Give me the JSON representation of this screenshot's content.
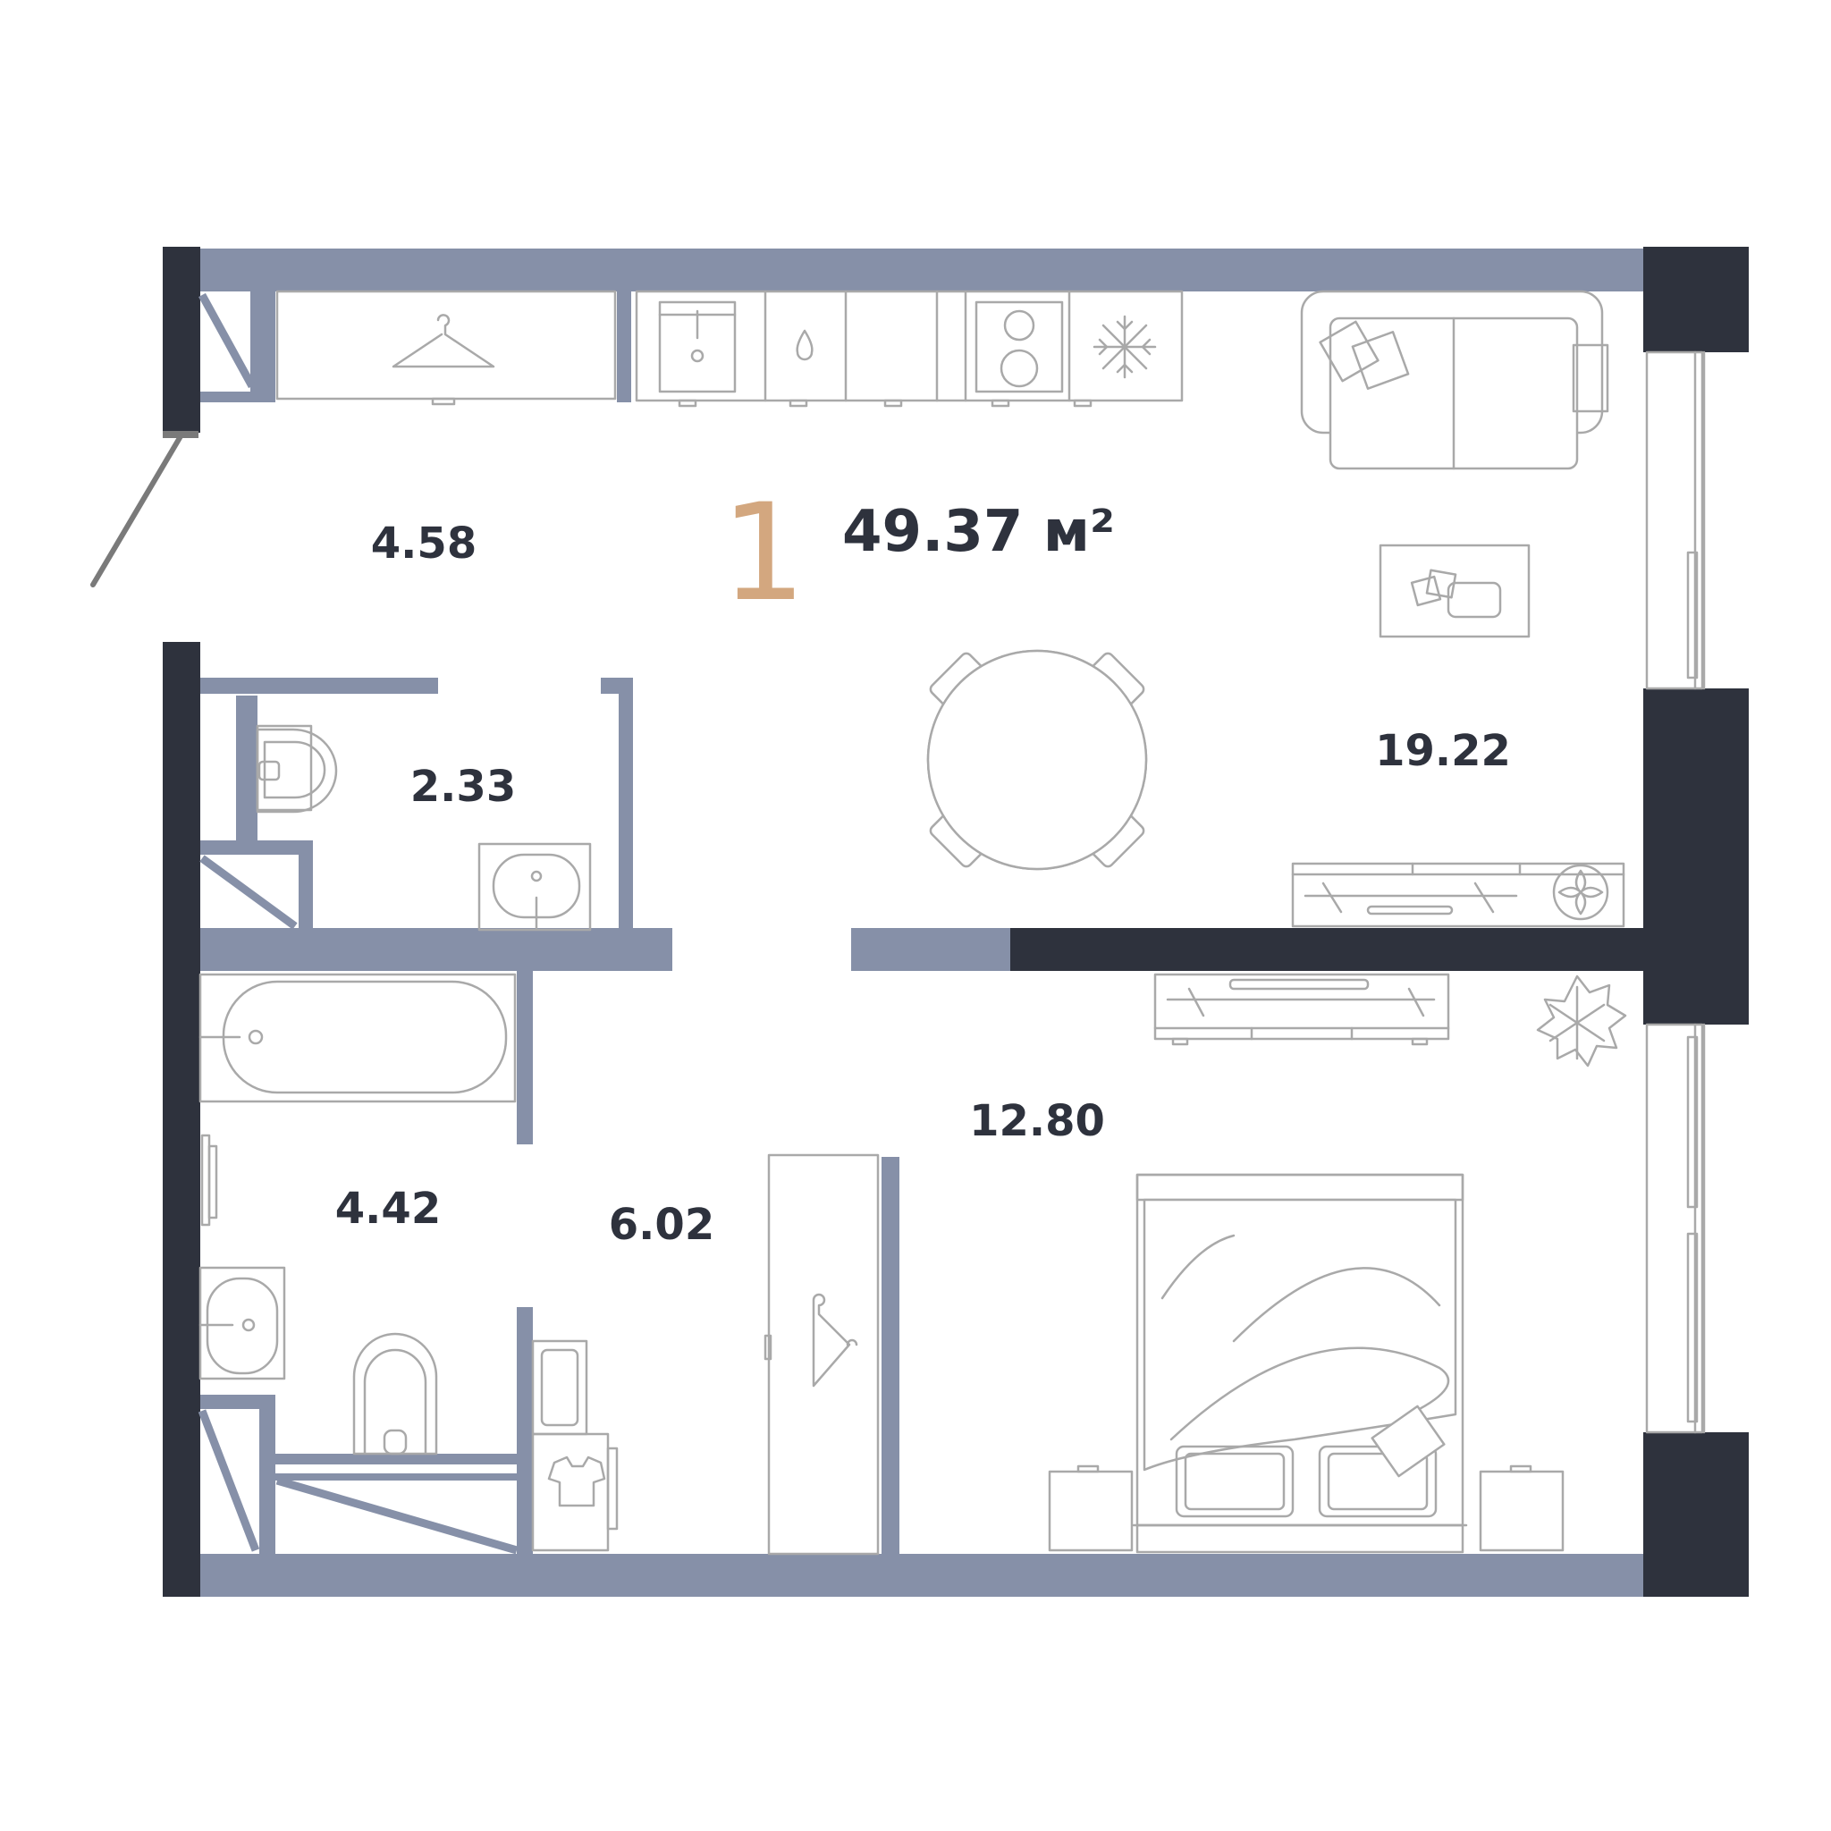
{
  "plan": {
    "room_count": "1",
    "total_area": "49.37 м²",
    "rooms": [
      {
        "id": "hallway",
        "area": "4.58"
      },
      {
        "id": "toilet",
        "area": "2.33"
      },
      {
        "id": "living-kitchen",
        "area": "19.22"
      },
      {
        "id": "corridor",
        "area": "6.02"
      },
      {
        "id": "bathroom",
        "area": "4.42"
      },
      {
        "id": "bedroom",
        "area": "12.80"
      }
    ]
  },
  "colors": {
    "wall_dark": "#2e323d",
    "wall_light": "#8690a8",
    "accent": "#d3a77f",
    "furniture": "#a9a9a9",
    "background": "#ffffff"
  }
}
